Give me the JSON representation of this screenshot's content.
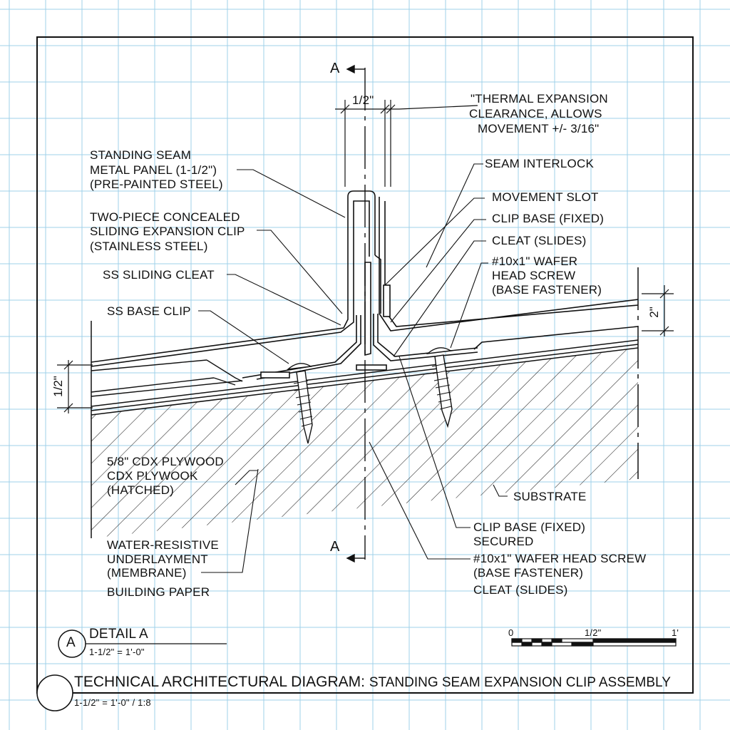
{
  "section_marks": {
    "top": "A",
    "bottom": "A"
  },
  "dimensions": {
    "seam_width": "1/2\"",
    "left_height": "1/2\"",
    "right_height": "2\""
  },
  "callouts": {
    "thermal_expansion": [
      "\"THERMAL EXPANSION",
      "CLEARANCE, ALLOWS",
      "MOVEMENT  +/- 3/16\""
    ],
    "standing_seam": [
      "STANDING SEAM",
      "METAL PANEL (1-1/2\")",
      "(PRE-PAINTED STEEL)"
    ],
    "two_piece_clip": [
      "TWO-PIECE CONCEALED",
      "SLIDING EXPANSION CLIP",
      "(STAINLESS STEEL)"
    ],
    "ss_sliding_cleat": "SS SLIDING CLEAT",
    "ss_base_clip": "SS BASE CLIP",
    "seam_interlock": "SEAM INTERLOCK",
    "movement_slot": "MOVEMENT SLOT",
    "clip_base_fixed": "CLIP BASE (FIXED)",
    "cleat_slides": "CLEAT (SLIDES)",
    "wafer_screw": [
      "#10x1\" WAFER",
      "HEAD SCREW",
      "(BASE FASTENER)"
    ],
    "plywood": [
      "5/8\" CDX PLYWOOD",
      "CDX PLYWOOK",
      "(HATCHED)"
    ],
    "substrate": "SUBSTRATE",
    "underlayment": [
      "WATER-RESISTIVE",
      "UNDERLAYMENT",
      "(MEMBRANE)"
    ],
    "building_paper": "BUILDING PAPER",
    "clip_base_secured": [
      "CLIP BASE (FIXED)",
      "SECURED"
    ],
    "wafer_screw_2": [
      "#10x1\" WAFER HEAD SCREW",
      "(BASE FASTENER)"
    ],
    "cleat_slides_2": "CLEAT (SLIDES)"
  },
  "detail": {
    "bubble": "A",
    "title": "DETAIL A",
    "scale": "1-1/2\" = 1'-0\""
  },
  "scale_bar": {
    "left": "0",
    "mid": "1/2\"",
    "right": "1'"
  },
  "title_block": {
    "title_a": "TECHNICAL ARCHITECTURAL DIAGRAM:",
    "title_b": "STANDING SEAM EXPANSION CLIP ASSEMBLY",
    "scale": "1-1/2\" = 1'-0\" / 1:8"
  }
}
